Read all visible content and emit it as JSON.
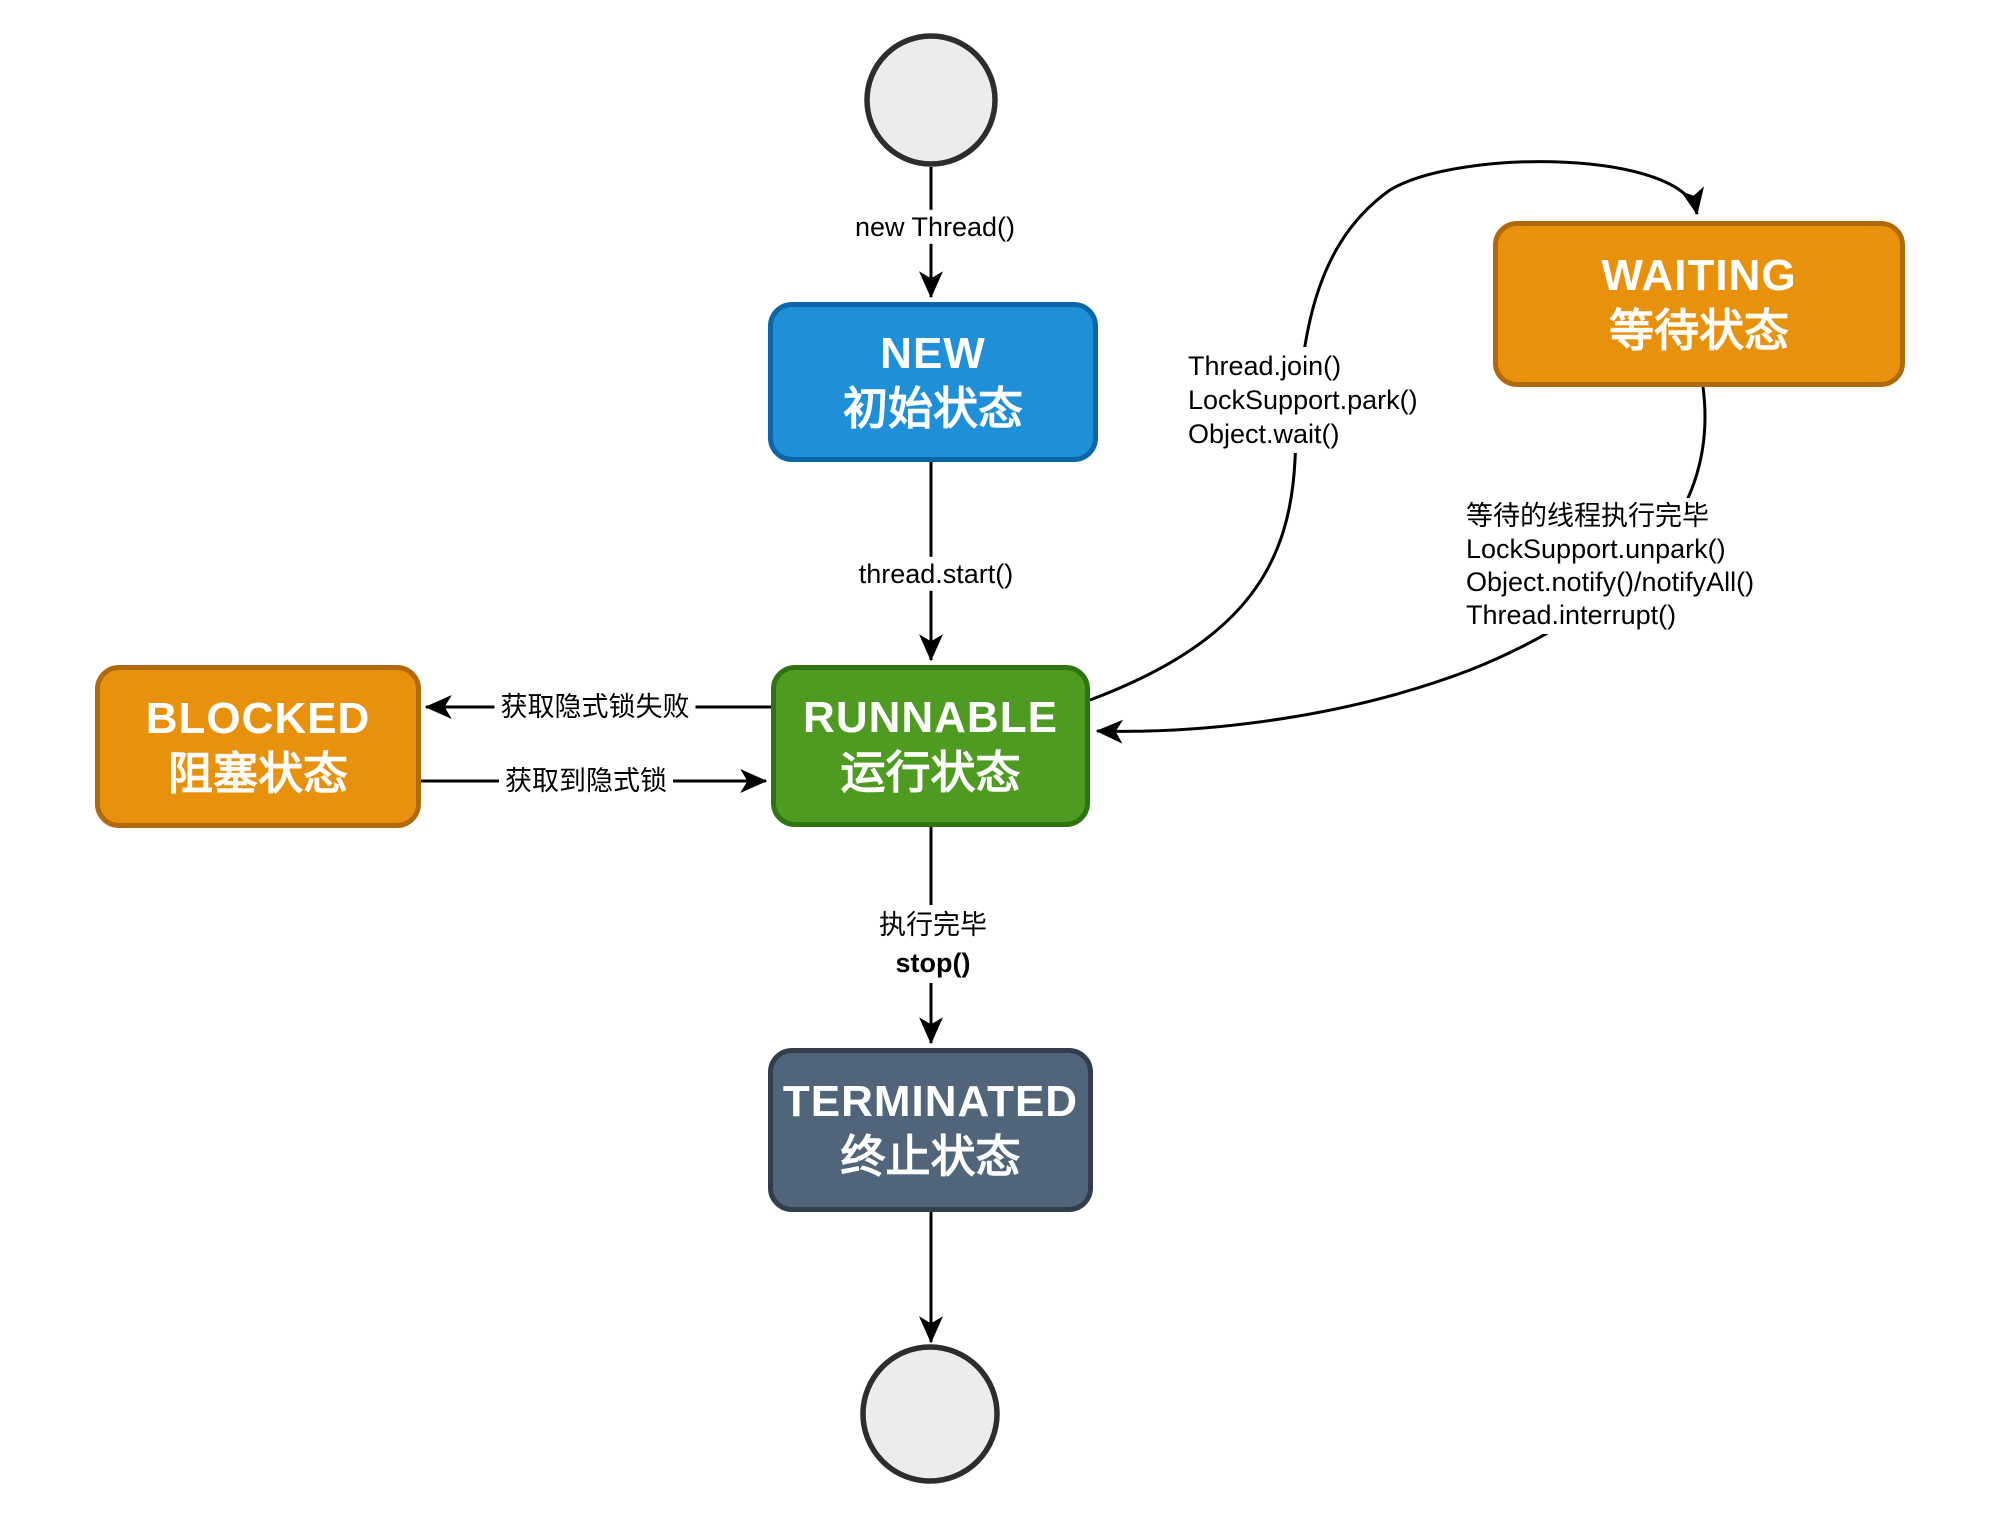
{
  "diagram": {
    "type": "state-diagram",
    "subject": "Java thread lifecycle states"
  },
  "colors": {
    "new_fill": "#1F90D8",
    "new_stroke": "#0B66A8",
    "runnable_fill": "#4F9B21",
    "runnable_stroke": "#2F7410",
    "blocked_fill": "#E8910D",
    "blocked_stroke": "#B06A0B",
    "waiting_fill": "#E8910D",
    "waiting_stroke": "#B06A0B",
    "terminated_fill": "#50647A",
    "terminated_stroke": "#313E4E",
    "terminal_circle_fill": "#ECECEC",
    "terminal_circle_stroke": "#2D2D2D",
    "connector": "#000000"
  },
  "nodes": {
    "new": {
      "title": "NEW",
      "subtitle": "初始状态"
    },
    "runnable": {
      "title": "RUNNABLE",
      "subtitle": "运行状态"
    },
    "blocked": {
      "title": "BLOCKED",
      "subtitle": "阻塞状态"
    },
    "waiting": {
      "title": "WAITING",
      "subtitle": "等待状态"
    },
    "terminated": {
      "title": "TERMINATED",
      "subtitle": "终止状态"
    }
  },
  "edges": {
    "new_thread": {
      "label": "new Thread()"
    },
    "thread_start": {
      "label": "thread.start()"
    },
    "acquire_fail": {
      "label": "获取隐式锁失败"
    },
    "acquire_ok": {
      "label": "获取到隐式锁"
    },
    "to_waiting": {
      "lines": [
        "Thread.join()",
        "LockSupport.park()",
        "Object.wait()"
      ]
    },
    "from_waiting": {
      "lines": [
        "等待的线程执行完毕",
        "LockSupport.unpark()",
        "Object.notify()/notifyAll()",
        "Thread.interrupt()"
      ]
    },
    "finish": {
      "line1": "执行完毕",
      "line2": "stop()"
    }
  }
}
